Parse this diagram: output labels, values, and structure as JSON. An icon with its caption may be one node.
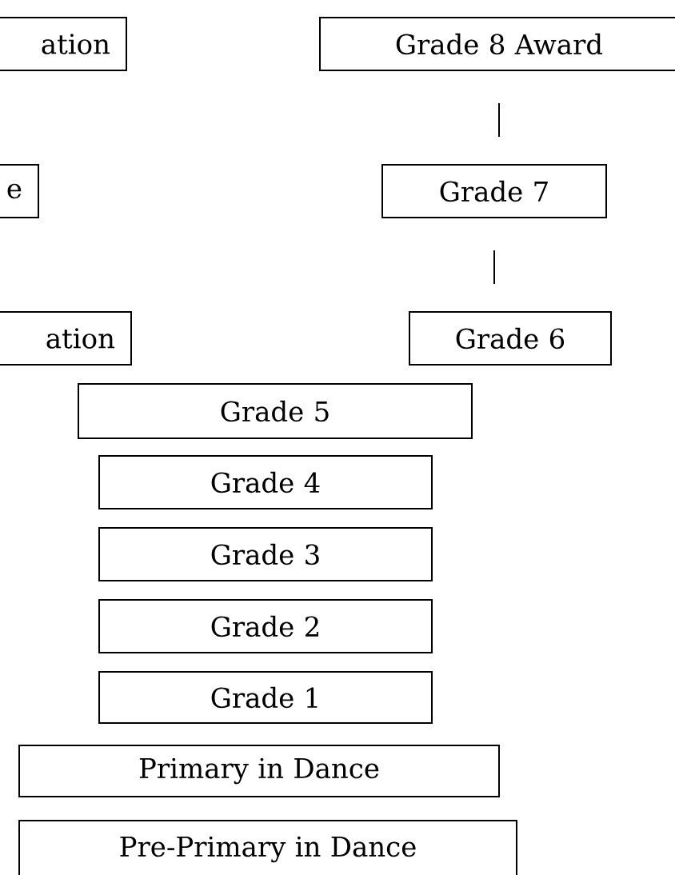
{
  "diagram": {
    "nodes": [
      {
        "text": [
          "ation"
        ]
      },
      {
        "text": [
          "e"
        ]
      },
      {
        "text": [
          "ation"
        ]
      },
      {
        "text": [
          "Grade 8 Award"
        ]
      },
      {
        "text": [
          "Grade 7"
        ]
      },
      {
        "text": [
          "Grade 6"
        ]
      },
      {
        "text": [
          "Grade 5"
        ]
      },
      {
        "text": [
          "Grade 4"
        ]
      },
      {
        "text": [
          "Grade 3"
        ]
      },
      {
        "text": [
          "Grade 2"
        ]
      },
      {
        "text": [
          "Grade 1"
        ]
      },
      {
        "text": [
          "Primary in Dance"
        ]
      },
      {
        "text": [
          "Pre-Primary in Dance"
        ]
      }
    ],
    "edges": [
      {
        "from": 3,
        "to": 4,
        "arrow": "none"
      },
      {
        "from": 4,
        "to": 5,
        "arrow": "none"
      }
    ]
  }
}
